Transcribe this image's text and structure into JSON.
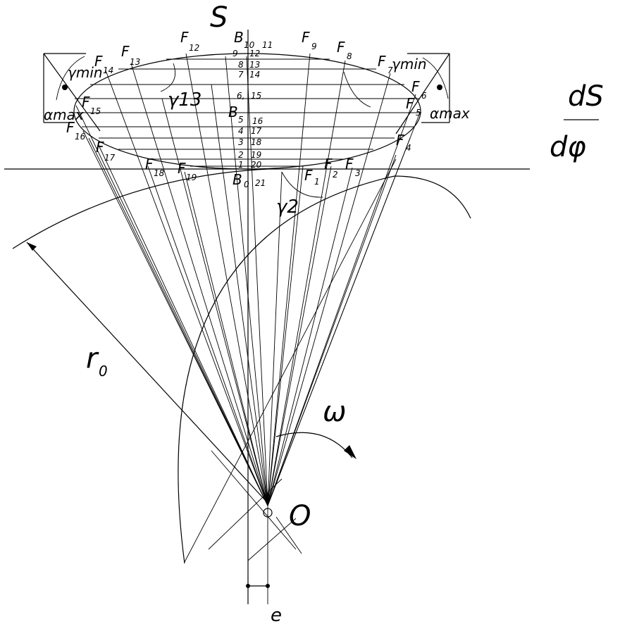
{
  "diagram": {
    "labels": {
      "S": "S",
      "O": "O",
      "omega": "ω",
      "r0_r": "r",
      "r0_sub": "0",
      "e": "e",
      "dS": "dS",
      "dphi": "dφ",
      "gamma_min_left": "γmin",
      "gamma_min_right": "γmin",
      "alpha_max_left": "αmax",
      "alpha_max_right": "αmax",
      "gamma13": "γ13",
      "gamma2": "γ2"
    },
    "B_points": [
      {
        "name": "B",
        "sub": "10"
      },
      {
        "name": "B",
        "sub": "5"
      },
      {
        "name": "B",
        "sub": "0"
      }
    ],
    "F_points": [
      {
        "name": "F",
        "sub": "12"
      },
      {
        "name": "F",
        "sub": "13"
      },
      {
        "name": "F",
        "sub": "14"
      },
      {
        "name": "F",
        "sub": "15"
      },
      {
        "name": "F",
        "sub": "16"
      },
      {
        "name": "F",
        "sub": "17"
      },
      {
        "name": "F",
        "sub": "18"
      },
      {
        "name": "F",
        "sub": "19"
      },
      {
        "name": "F",
        "sub": "9"
      },
      {
        "name": "F",
        "sub": "8"
      },
      {
        "name": "F",
        "sub": "7"
      },
      {
        "name": "F",
        "sub": "6"
      },
      {
        "name": "F",
        "sub": "5"
      },
      {
        "name": "F",
        "sub": "4"
      },
      {
        "name": "F",
        "sub": "3"
      },
      {
        "name": "F",
        "sub": "2"
      },
      {
        "name": "F",
        "sub": "1"
      }
    ],
    "axis_numbers_left": [
      "9",
      "8",
      "7",
      "6,",
      "4",
      "3",
      "2",
      "1"
    ],
    "axis_numbers_right": [
      "11",
      "12",
      "13",
      "14",
      "15",
      "16",
      "17",
      "18",
      "19",
      "20",
      "21"
    ]
  }
}
